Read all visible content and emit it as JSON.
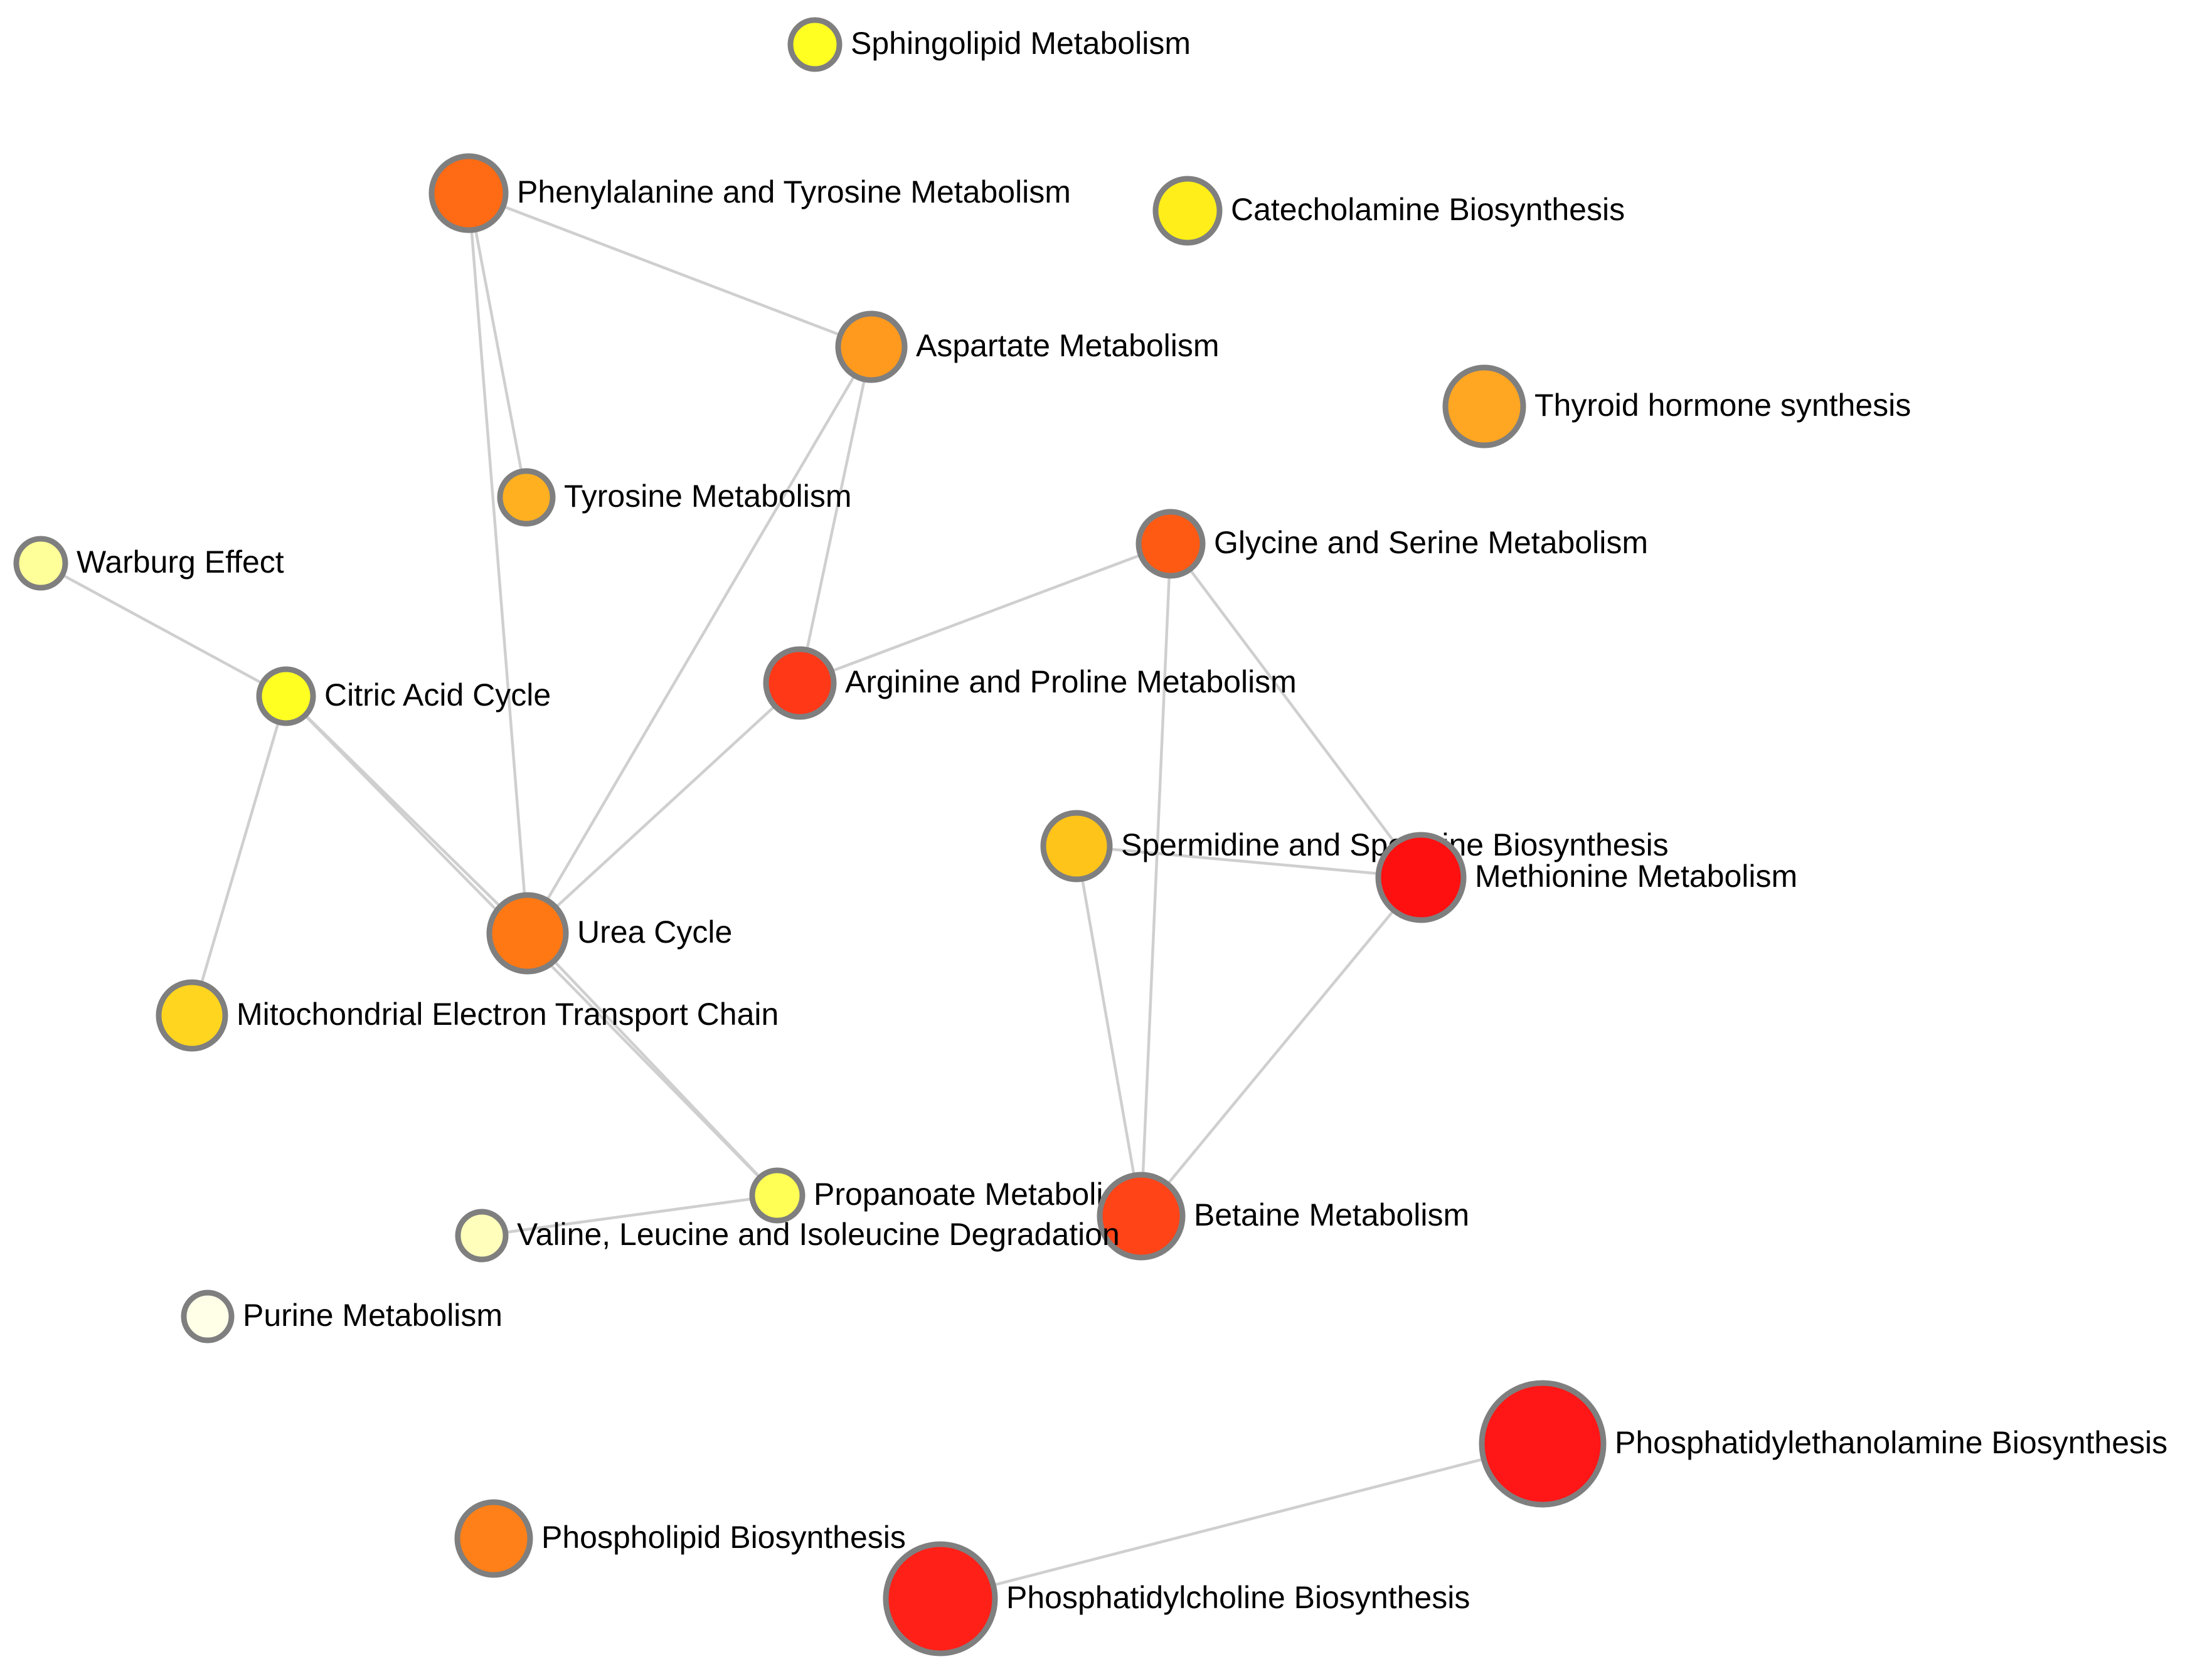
{
  "network": {
    "nodes": [
      {
        "id": "sphingolipid",
        "label": "Sphingolipid Metabolism",
        "color": "#FFFF22"
      },
      {
        "id": "phe_tyr",
        "label": "Phenylalanine and Tyrosine Metabolism",
        "color": "#FF6A14"
      },
      {
        "id": "catecholamine",
        "label": "Catecholamine Biosynthesis",
        "color": "#FFEE1A"
      },
      {
        "id": "aspartate",
        "label": "Aspartate Metabolism",
        "color": "#FF9A1E"
      },
      {
        "id": "thyroid",
        "label": "Thyroid hormone synthesis",
        "color": "#FFA622"
      },
      {
        "id": "tyrosine",
        "label": "Tyrosine Metabolism",
        "color": "#FFB020"
      },
      {
        "id": "warburg",
        "label": "Warburg Effect",
        "color": "#FFFF99"
      },
      {
        "id": "glycine_serine",
        "label": "Glycine and Serine Metabolism",
        "color": "#FF5A14"
      },
      {
        "id": "citric",
        "label": "Citric Acid Cycle",
        "color": "#FFFF22"
      },
      {
        "id": "arginine",
        "label": "Arginine and Proline Metabolism",
        "color": "#FF3818"
      },
      {
        "id": "spermidine",
        "label": "Spermidine and Spermine Biosynthesis",
        "color": "#FFC41A"
      },
      {
        "id": "methionine",
        "label": "Methionine Metabolism",
        "color": "#FF1010"
      },
      {
        "id": "urea",
        "label": "Urea Cycle",
        "color": "#FF7814"
      },
      {
        "id": "mito_etc",
        "label": "Mitochondrial Electron Transport Chain",
        "color": "#FFD520"
      },
      {
        "id": "propanoate",
        "label": "Propanoate Metabolism",
        "color": "#FFFF55"
      },
      {
        "id": "betaine",
        "label": "Betaine Metabolism",
        "color": "#FF4418"
      },
      {
        "id": "valine",
        "label": "Valine, Leucine and Isoleucine Degradation",
        "color": "#FFFFBB"
      },
      {
        "id": "purine",
        "label": "Purine Metabolism",
        "color": "#FFFFE8"
      },
      {
        "id": "pe_bio",
        "label": "Phosphatidylethanolamine Biosynthesis",
        "color": "#FF1616"
      },
      {
        "id": "phospholipid",
        "label": "Phospholipid Biosynthesis",
        "color": "#FF8018"
      },
      {
        "id": "pc_bio",
        "label": "Phosphatidylcholine Biosynthesis",
        "color": "#FF2018"
      }
    ],
    "edges": [
      [
        "phe_tyr",
        "aspartate"
      ],
      [
        "phe_tyr",
        "tyrosine"
      ],
      [
        "phe_tyr",
        "urea"
      ],
      [
        "aspartate",
        "urea"
      ],
      [
        "aspartate",
        "arginine"
      ],
      [
        "warburg",
        "citric"
      ],
      [
        "citric",
        "mito_etc"
      ],
      [
        "citric",
        "urea"
      ],
      [
        "citric",
        "propanoate"
      ],
      [
        "glycine_serine",
        "arginine"
      ],
      [
        "glycine_serine",
        "betaine"
      ],
      [
        "glycine_serine",
        "methionine"
      ],
      [
        "arginine",
        "urea"
      ],
      [
        "urea",
        "propanoate"
      ],
      [
        "spermidine",
        "methionine"
      ],
      [
        "spermidine",
        "betaine"
      ],
      [
        "methionine",
        "betaine"
      ],
      [
        "propanoate",
        "valine"
      ],
      [
        "pe_bio",
        "pc_bio"
      ]
    ]
  }
}
